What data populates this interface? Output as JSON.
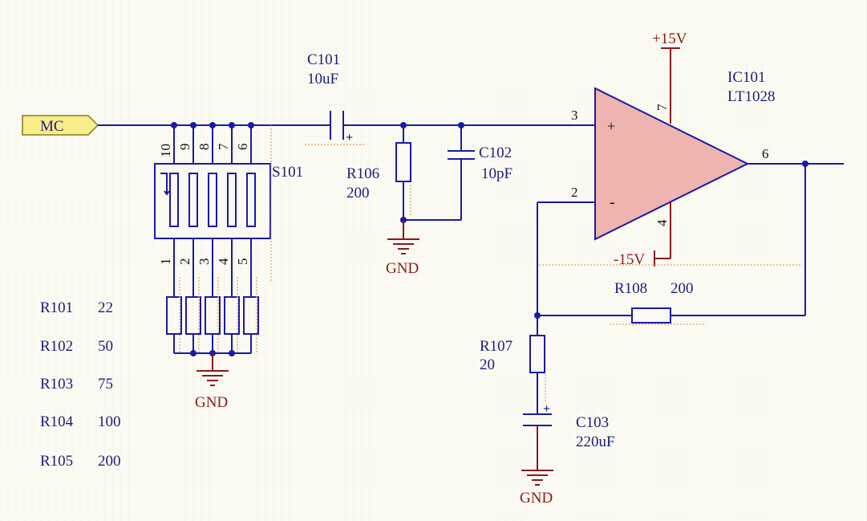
{
  "netport": {
    "label": "MC"
  },
  "switch": {
    "designator": "S101",
    "top_pins": [
      "10",
      "9",
      "8",
      "7",
      "6"
    ],
    "bottom_pins": [
      "1",
      "2",
      "3",
      "4",
      "5"
    ]
  },
  "c101": {
    "designator": "C101",
    "value": "10uF"
  },
  "c102": {
    "designator": "C102",
    "value": "10pF"
  },
  "c103": {
    "designator": "C103",
    "value": "220uF"
  },
  "r106": {
    "designator": "R106",
    "value": "200"
  },
  "r107": {
    "designator": "R107",
    "value": "20"
  },
  "r108": {
    "designator": "R108",
    "value": "200"
  },
  "ic101": {
    "designator": "IC101",
    "part": "LT1028",
    "pin_noninv": "3",
    "pin_inv": "2",
    "pin_out": "6",
    "pin_vpos": "7",
    "pin_vneg": "4",
    "plus_sign": "+",
    "minus_sign": "-"
  },
  "power": {
    "vpos": "+15V",
    "vneg": "-15V",
    "gnd": "GND"
  },
  "resistor_table": [
    {
      "designator": "R101",
      "value": "22"
    },
    {
      "designator": "R102",
      "value": "50"
    },
    {
      "designator": "R103",
      "value": "75"
    },
    {
      "designator": "R104",
      "value": "100"
    },
    {
      "designator": "R105",
      "value": "200"
    }
  ],
  "colors": {
    "background": "#fbfbf3",
    "wire": "#1a1aa8",
    "power": "#8b1a1a",
    "opamp_fill": "#eeb4b0",
    "netport_fill": "#f7ee8a"
  }
}
